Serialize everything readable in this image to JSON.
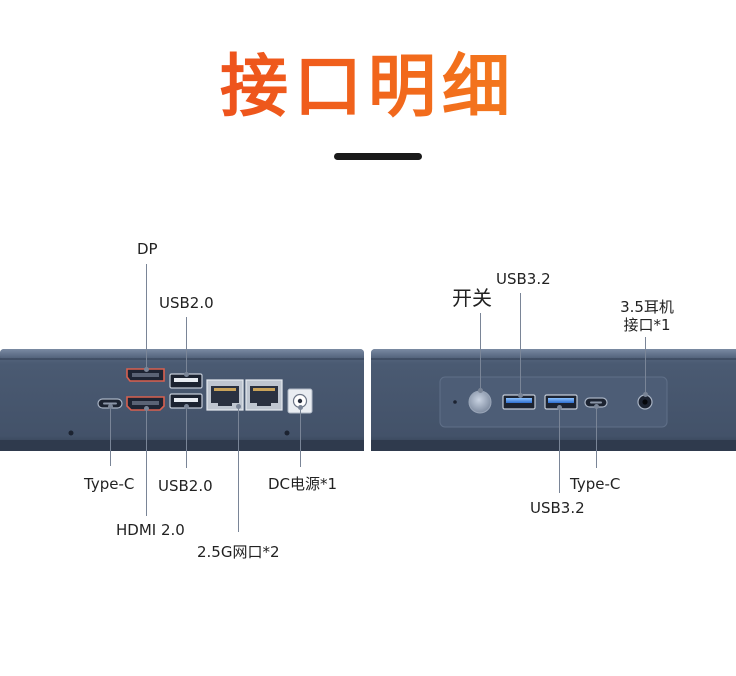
{
  "title": "接口明细",
  "colors": {
    "title_start": "#e83a1c",
    "title_end": "#f8961e",
    "chassis": "#4a5a72",
    "chassis_dark": "#344157",
    "chassis_light": "#6b7b92",
    "port_blue": "#3a7fd8"
  },
  "rear_panel": {
    "labels": {
      "dp": "DP",
      "usb20_top": "USB2.0",
      "type_c": "Type-C",
      "usb20_bottom": "USB2.0",
      "hdmi": "HDMI 2.0",
      "lan": "2.5G网口*2",
      "dc": "DC电源*1"
    }
  },
  "front_panel": {
    "labels": {
      "power": "开关",
      "usb32_top": "USB3.2",
      "audio_line1": "3.5耳机",
      "audio_line2": "接口*1",
      "type_c": "Type-C",
      "usb32_bottom": "USB3.2"
    }
  }
}
